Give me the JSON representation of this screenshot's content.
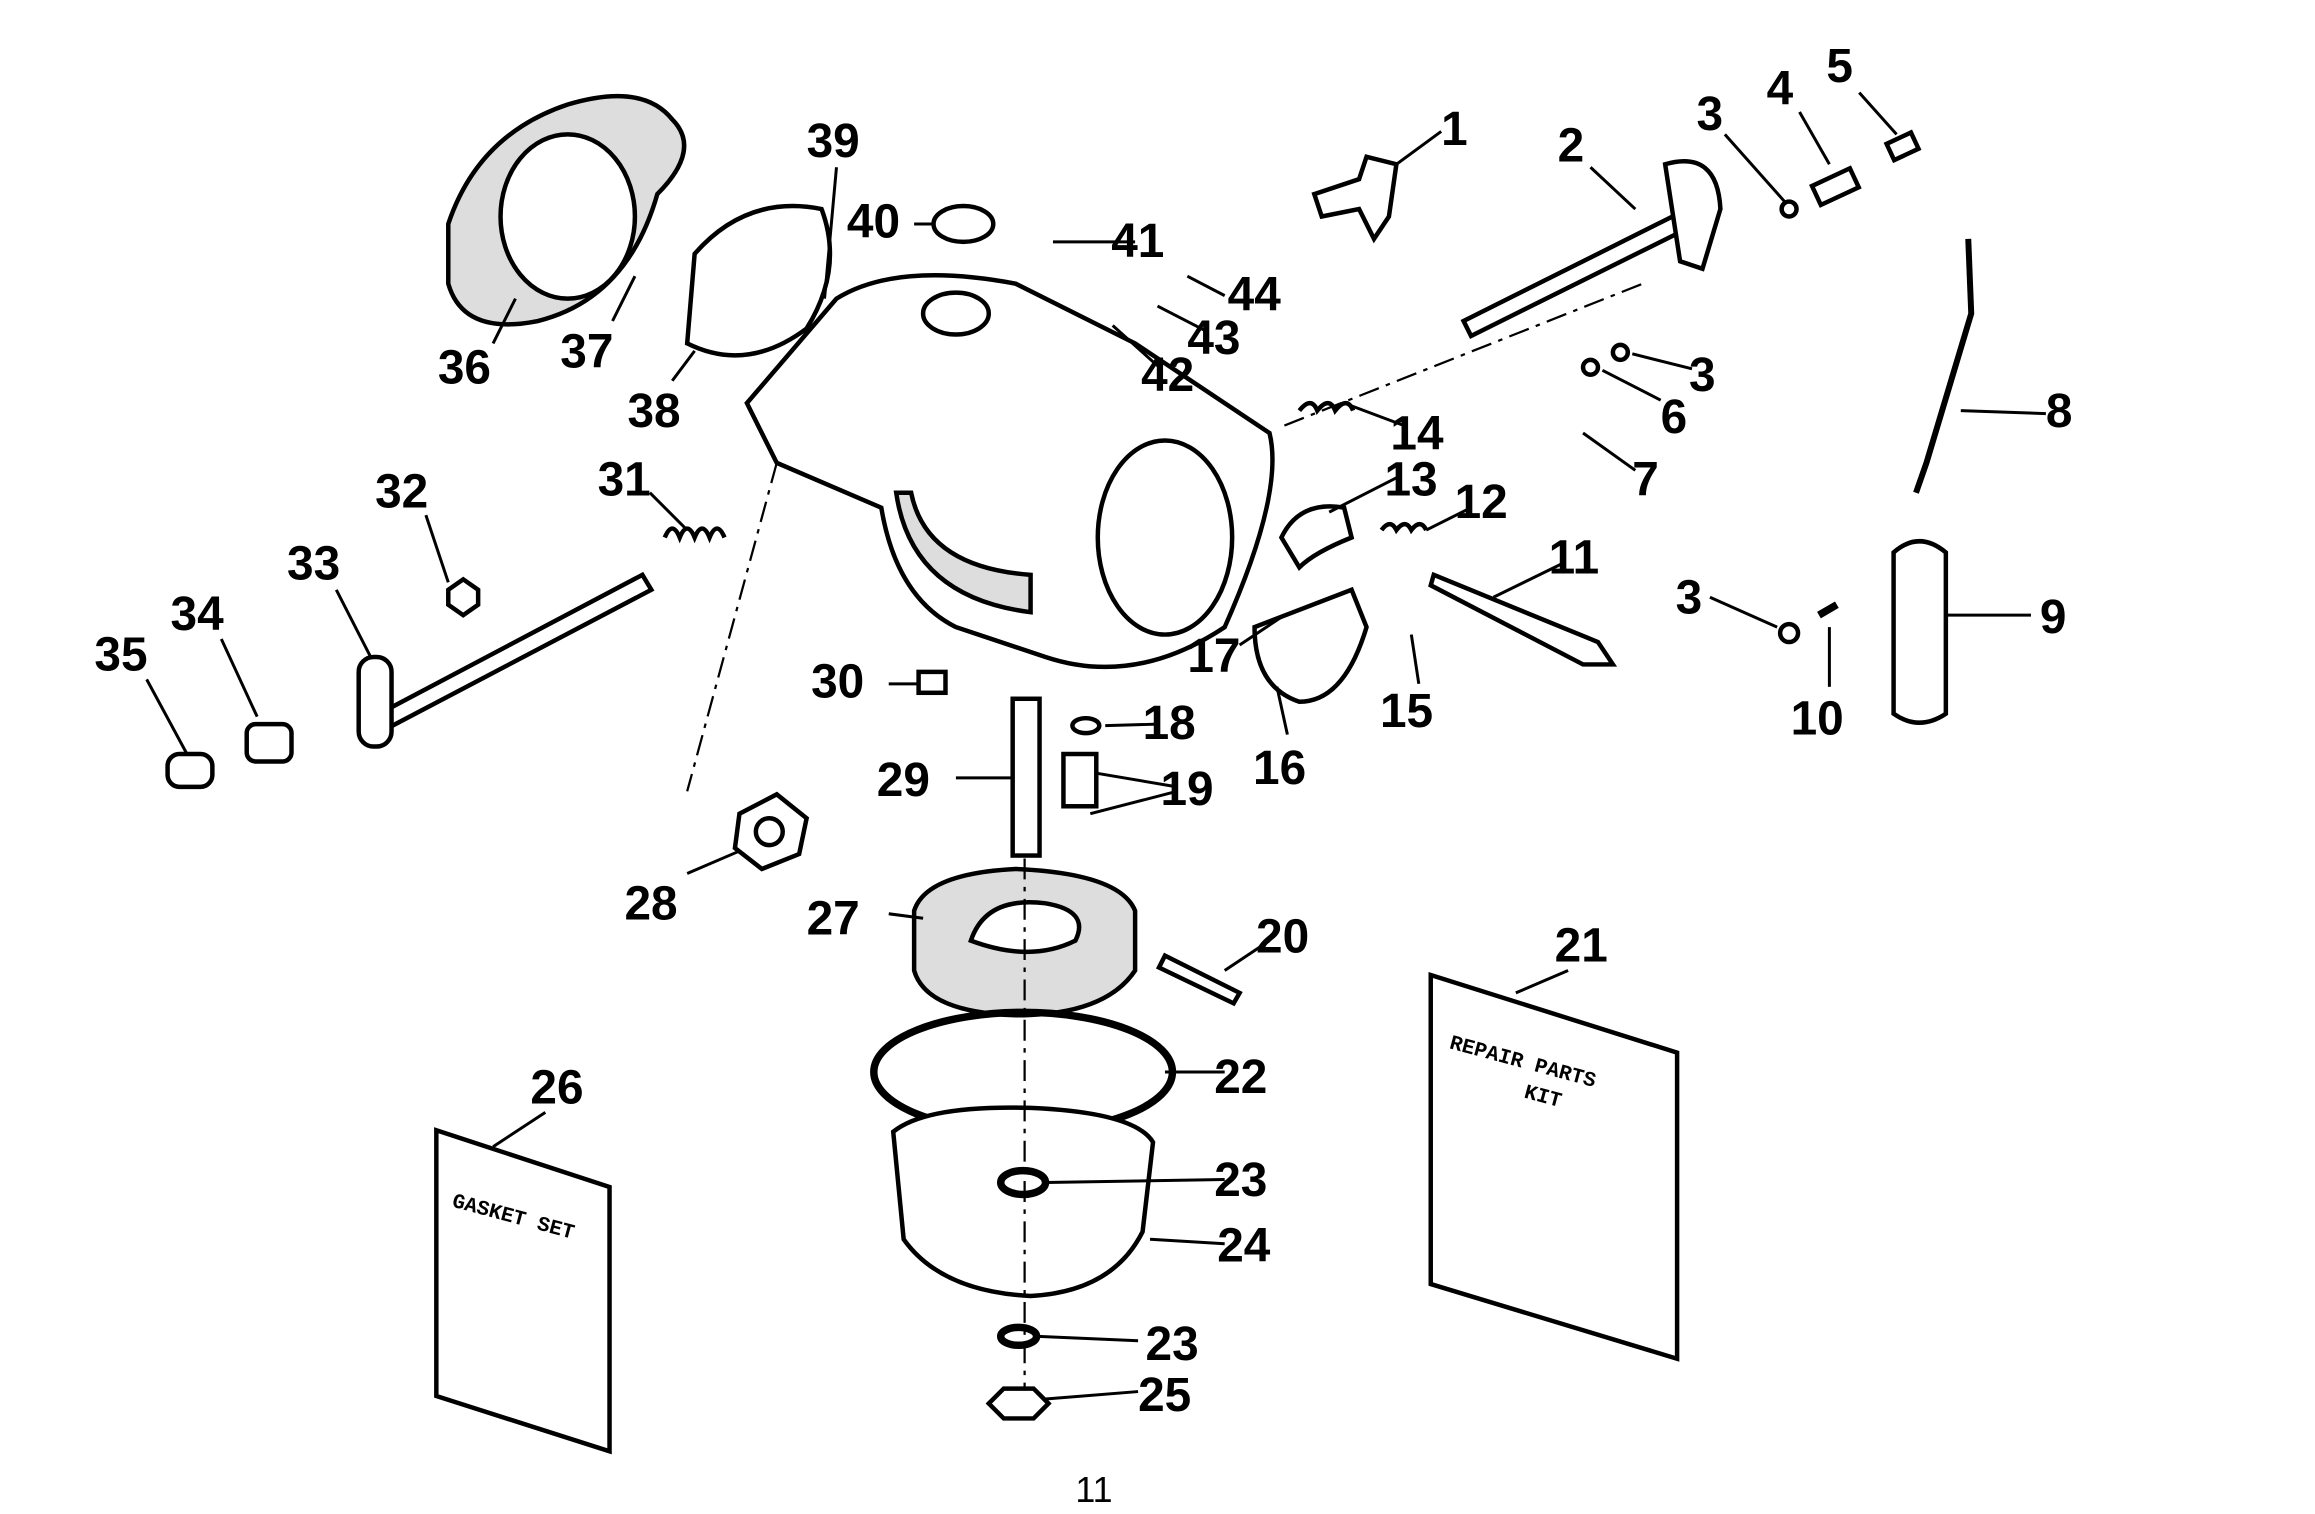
{
  "diagram": {
    "callouts": [
      "1",
      "2",
      "3",
      "4",
      "5",
      "39",
      "40",
      "41",
      "44",
      "43",
      "42",
      "36",
      "37",
      "38",
      "3",
      "6",
      "8",
      "14",
      "7",
      "13",
      "12",
      "11",
      "32",
      "31",
      "33",
      "34",
      "35",
      "3",
      "9",
      "17",
      "15",
      "10",
      "30",
      "18",
      "16",
      "29",
      "19",
      "28",
      "27",
      "20",
      "21",
      "22",
      "26",
      "23",
      "24",
      "23",
      "25"
    ],
    "repair_kit_card": {
      "line1": "REPAIR PARTS",
      "line2": "KIT"
    },
    "gasket_set_card": {
      "line1": "GASKET SET"
    },
    "page_number": "11"
  }
}
